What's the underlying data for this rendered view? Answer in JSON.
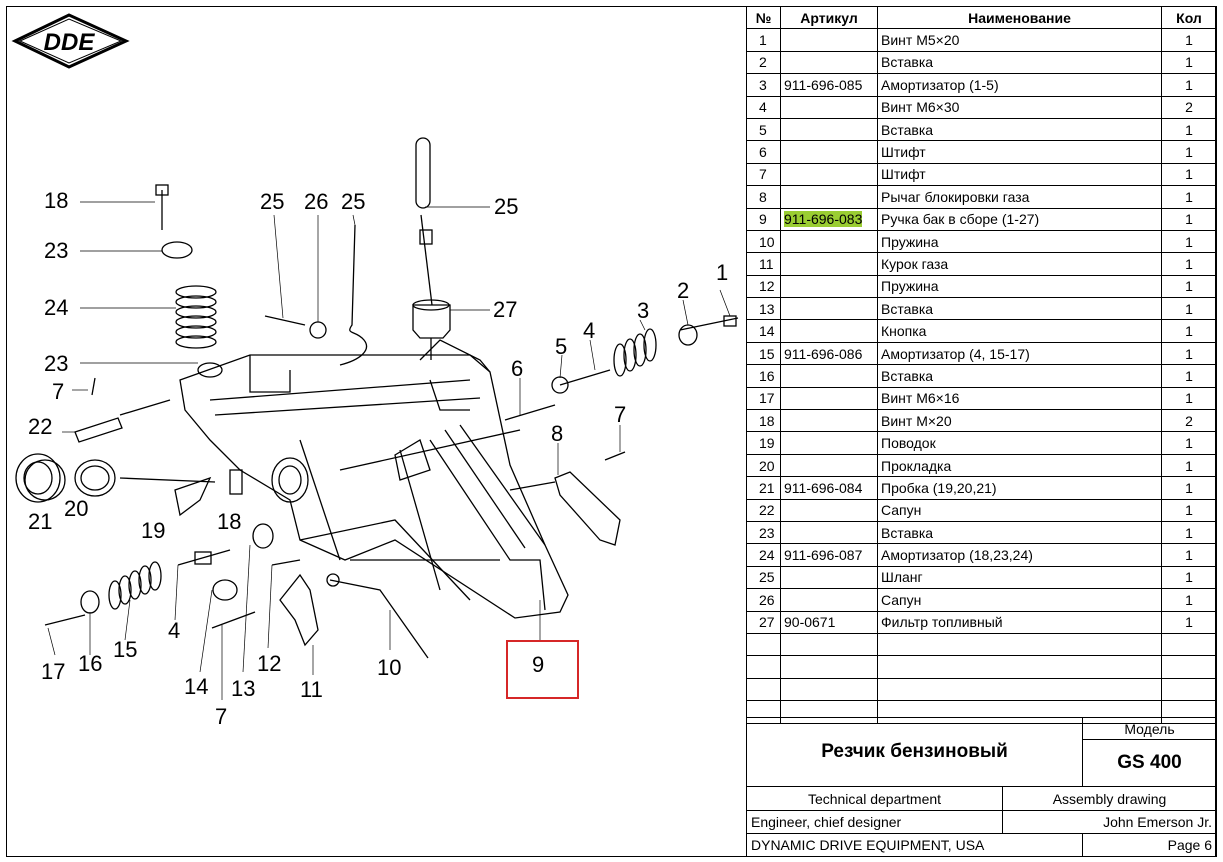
{
  "brand": "DDE",
  "table": {
    "headers": {
      "no": "№",
      "article": "Артикул",
      "name": "Наименование",
      "qty": "Кол"
    },
    "rows": [
      {
        "no": "1",
        "article": "",
        "name": "Винт M5×20",
        "qty": "1"
      },
      {
        "no": "2",
        "article": "",
        "name": "Вставка",
        "qty": "1"
      },
      {
        "no": "3",
        "article": "911-696-085",
        "name": "Амортизатор (1-5)",
        "qty": "1"
      },
      {
        "no": "4",
        "article": "",
        "name": "Винт M6×30",
        "qty": "2"
      },
      {
        "no": "5",
        "article": "",
        "name": "Вставка",
        "qty": "1"
      },
      {
        "no": "6",
        "article": "",
        "name": "Штифт",
        "qty": "1"
      },
      {
        "no": "7",
        "article": "",
        "name": "Штифт",
        "qty": "1"
      },
      {
        "no": "8",
        "article": "",
        "name": "Рычаг блокировки газа",
        "qty": "1"
      },
      {
        "no": "9",
        "article": "911-696-083",
        "name": "Ручка бак в сборе (1-27)",
        "qty": "1",
        "highlight": true
      },
      {
        "no": "10",
        "article": "",
        "name": "Пружина",
        "qty": "1"
      },
      {
        "no": "11",
        "article": "",
        "name": "Курок газа",
        "qty": "1"
      },
      {
        "no": "12",
        "article": "",
        "name": "Пружина",
        "qty": "1"
      },
      {
        "no": "13",
        "article": "",
        "name": "Вставка",
        "qty": "1"
      },
      {
        "no": "14",
        "article": "",
        "name": "Кнопка",
        "qty": "1"
      },
      {
        "no": "15",
        "article": "911-696-086",
        "name": "Амортизатор (4, 15-17)",
        "qty": "1"
      },
      {
        "no": "16",
        "article": "",
        "name": "Вставка",
        "qty": "1"
      },
      {
        "no": "17",
        "article": "",
        "name": "Винт M6×16",
        "qty": "1"
      },
      {
        "no": "18",
        "article": "",
        "name": "Винт M×20",
        "qty": "2"
      },
      {
        "no": "19",
        "article": "",
        "name": "Поводок",
        "qty": "1"
      },
      {
        "no": "20",
        "article": "",
        "name": "Прокладка",
        "qty": "1"
      },
      {
        "no": "21",
        "article": "911-696-084",
        "name": "Пробка (19,20,21)",
        "qty": "1"
      },
      {
        "no": "22",
        "article": "",
        "name": "Сапун",
        "qty": "1"
      },
      {
        "no": "23",
        "article": "",
        "name": "Вставка",
        "qty": "1"
      },
      {
        "no": "24",
        "article": "911-696-087",
        "name": "Амортизатор (18,23,24)",
        "qty": "1"
      },
      {
        "no": "25",
        "article": "",
        "name": "Шланг",
        "qty": "1"
      },
      {
        "no": "26",
        "article": "",
        "name": "Сапун",
        "qty": "1"
      },
      {
        "no": "27",
        "article": "90-0671",
        "name": "Фильтр топливный",
        "qty": "1"
      },
      {
        "no": "",
        "article": "",
        "name": "",
        "qty": ""
      },
      {
        "no": "",
        "article": "",
        "name": "",
        "qty": ""
      },
      {
        "no": "",
        "article": "",
        "name": "",
        "qty": ""
      },
      {
        "no": "",
        "article": "",
        "name": "",
        "qty": ""
      }
    ]
  },
  "title_block": {
    "model_label": "Модель",
    "product": "Резчик бензиновый",
    "model": "GS 400",
    "department": "Technical department",
    "drawing_type": "Assembly drawing",
    "role": "Engineer, chief designer",
    "engineer": "John Emerson Jr.",
    "company": "DYNAMIC DRIVE EQUIPMENT, USA",
    "page": "Page 6"
  },
  "callouts": [
    "18",
    "23",
    "24",
    "23",
    "7",
    "22",
    "21",
    "20",
    "19",
    "18",
    "25",
    "26",
    "25",
    "25",
    "27",
    "1",
    "2",
    "3",
    "4",
    "5",
    "6",
    "7",
    "8",
    "17",
    "16",
    "15",
    "4",
    "14",
    "13",
    "12",
    "11",
    "7",
    "10",
    "9"
  ],
  "colors": {
    "highlight": "#9acd32",
    "box": "#d62728"
  }
}
